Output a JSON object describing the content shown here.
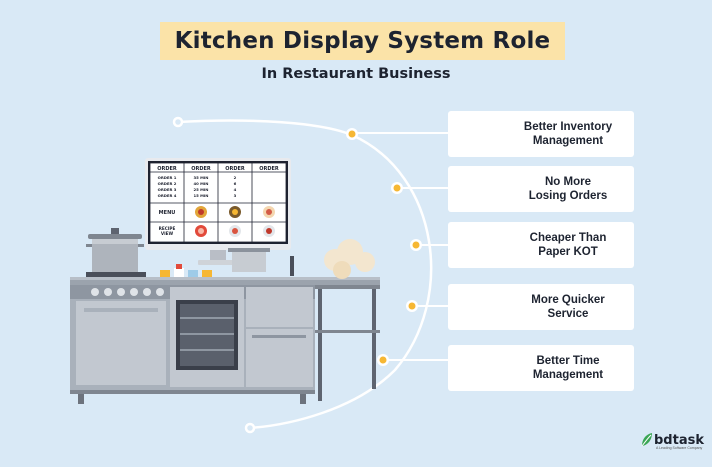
{
  "title": "Kitchen Display System Role",
  "subtitle": "In Restaurant Business",
  "monitor": {
    "headers": [
      "ORDER",
      "ORDER",
      "ORDER",
      "ORDER"
    ],
    "orders": [
      "ORDER 1",
      "ORDER 2",
      "ORDER 3",
      "ORDER 4"
    ],
    "times": [
      "35 MIN",
      "40 MIN",
      "25 MIN",
      "15 MIN"
    ],
    "counts": [
      "2",
      "6",
      "4",
      "3"
    ],
    "menu_label": "MENU",
    "recipe_label": "RECIPE\nVIEW"
  },
  "benefits": [
    {
      "label": "Better Inventory\nManagement",
      "icon": "inventory-icon"
    },
    {
      "label": "No More\nLosing Orders",
      "icon": "dining-icon"
    },
    {
      "label": "Cheaper Than\nPaper KOT",
      "icon": "paper-cut-icon"
    },
    {
      "label": "More Quicker\nService",
      "icon": "service-icon"
    },
    {
      "label": "Better Time\nManagement",
      "icon": "time-icon"
    }
  ],
  "logo": {
    "name": "bdtask",
    "tagline": "A Leading Software Company"
  },
  "colors": {
    "background": "#d9e9f6",
    "title_bg": "#fbe3a8",
    "accent": "#f6b733",
    "card": "#ffffff"
  }
}
